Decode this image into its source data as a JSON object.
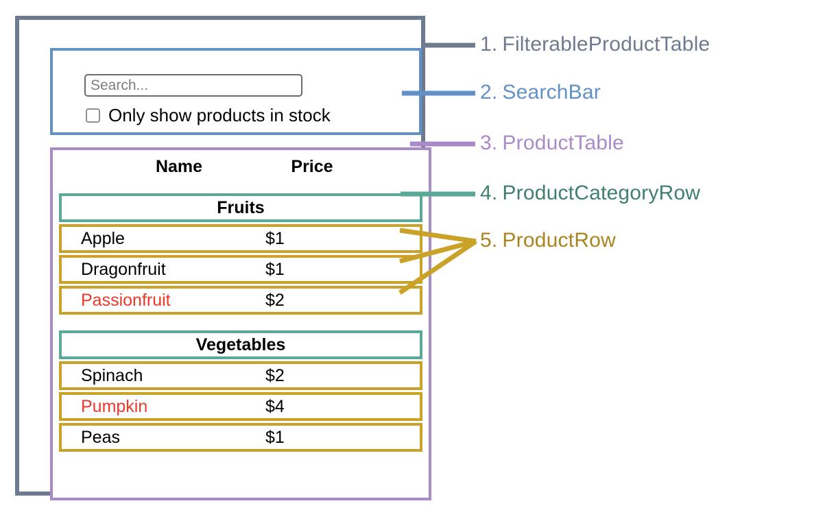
{
  "colors": {
    "filterable_product_table": "#6e7a90",
    "search_bar": "#6291c8",
    "product_table": "#a98ac9",
    "product_category_row": "#5aa897",
    "product_row": "#c9a227",
    "out_of_stock_text": "#ea392a",
    "text": "#000000",
    "placeholder": "#7d7d7d"
  },
  "search_bar": {
    "input": {
      "placeholder": "Search...",
      "value": ""
    },
    "checkbox": {
      "label": "Only show products in stock",
      "checked": false
    }
  },
  "product_table": {
    "columns": [
      "Name",
      "Price"
    ],
    "groups": [
      {
        "category": "Fruits",
        "products": [
          {
            "name": "Apple",
            "price": "$1",
            "in_stock": true
          },
          {
            "name": "Dragonfruit",
            "price": "$1",
            "in_stock": true
          },
          {
            "name": "Passionfruit",
            "price": "$2",
            "in_stock": false
          }
        ]
      },
      {
        "category": "Vegetables",
        "products": [
          {
            "name": "Spinach",
            "price": "$2",
            "in_stock": true
          },
          {
            "name": "Pumpkin",
            "price": "$4",
            "in_stock": false
          },
          {
            "name": "Peas",
            "price": "$1",
            "in_stock": true
          }
        ]
      }
    ]
  },
  "legend": [
    {
      "number": "1.",
      "label": "FilterableProductTable",
      "color": "#6e7a90"
    },
    {
      "number": "2.",
      "label": "SearchBar",
      "color": "#6291c8"
    },
    {
      "number": "3.",
      "label": "ProductTable",
      "color": "#a98ac9"
    },
    {
      "number": "4.",
      "label": "ProductCategoryRow",
      "color": "#5aa897"
    },
    {
      "number": "5.",
      "label": "ProductRow",
      "color": "#c9a227"
    }
  ]
}
